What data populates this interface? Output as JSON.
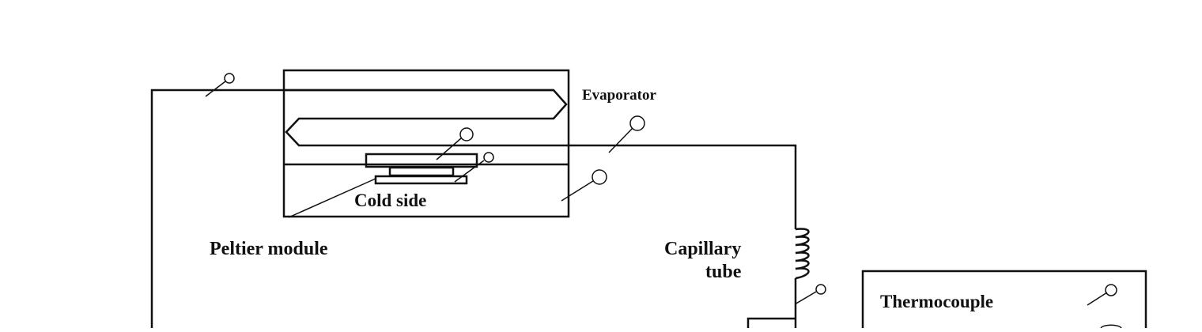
{
  "labels": {
    "evaporator": "Evaporator",
    "cold_side": "Cold side",
    "peltier_module": "Peltier module",
    "capillary_line1": "Capillary",
    "capillary_line2": "tube",
    "legend_thermocouple": "Thermocouple"
  },
  "colors": {
    "line": "#111111",
    "background": "#ffffff"
  }
}
